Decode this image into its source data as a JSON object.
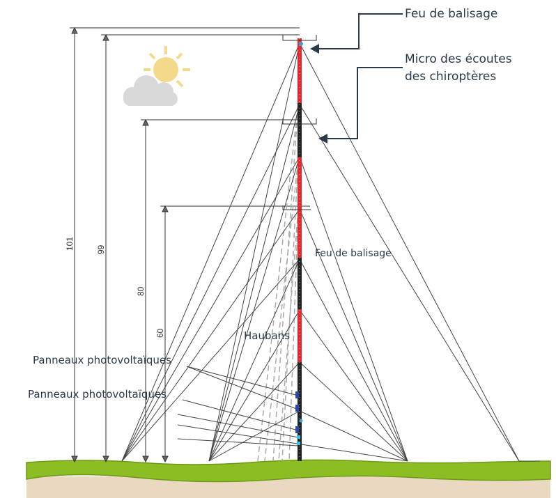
{
  "callouts": {
    "top_light": "Feu de balisage",
    "micro_line1": "Micro des écoutes",
    "micro_line2": "des chiroptères",
    "mid_light": "Feu de balisage",
    "guys": "Haubans",
    "solar_1": "Panneaux photovoltaïques",
    "solar_2": "Panneaux photovoltaïques"
  },
  "dimensions": {
    "h101": "101",
    "h99": "99",
    "h80": "80",
    "h60": "60"
  },
  "colors": {
    "mast_red": "#e8262b",
    "mast_black": "#222222",
    "grass": "#8cbd23",
    "soil": "#ead8c0",
    "text": "#2b3a4a",
    "sun": "#f3d98a",
    "cloud": "#d9d9d9"
  }
}
